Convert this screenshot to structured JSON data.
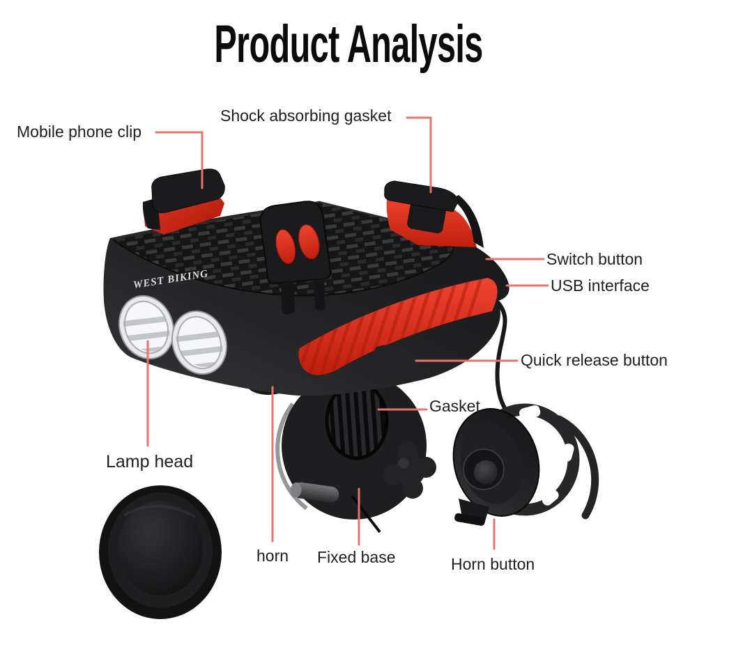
{
  "title": "Product Analysis",
  "brand": "WEST BIKING",
  "colors": {
    "background": "#ffffff",
    "accent_red": "#e6301f",
    "leader_line": "#e8736b",
    "body_black": "#1d1d1f",
    "label_text": "#1e1e1e",
    "title_color": "#0b0b0b"
  },
  "labels": {
    "mobile_phone_clip": {
      "text": "Mobile phone clip"
    },
    "shock_absorbing_gasket": {
      "text": "Shock absorbing gasket"
    },
    "switch_button": {
      "text": "Switch button"
    },
    "usb_interface": {
      "text": "USB interface"
    },
    "quick_release_button": {
      "text": "Quick release button"
    },
    "gasket": {
      "text": "Gasket"
    },
    "lamp_head": {
      "text": "Lamp head"
    },
    "horn": {
      "text": "horn"
    },
    "fixed_base": {
      "text": "Fixed base"
    },
    "horn_button": {
      "text": "Horn button"
    }
  }
}
